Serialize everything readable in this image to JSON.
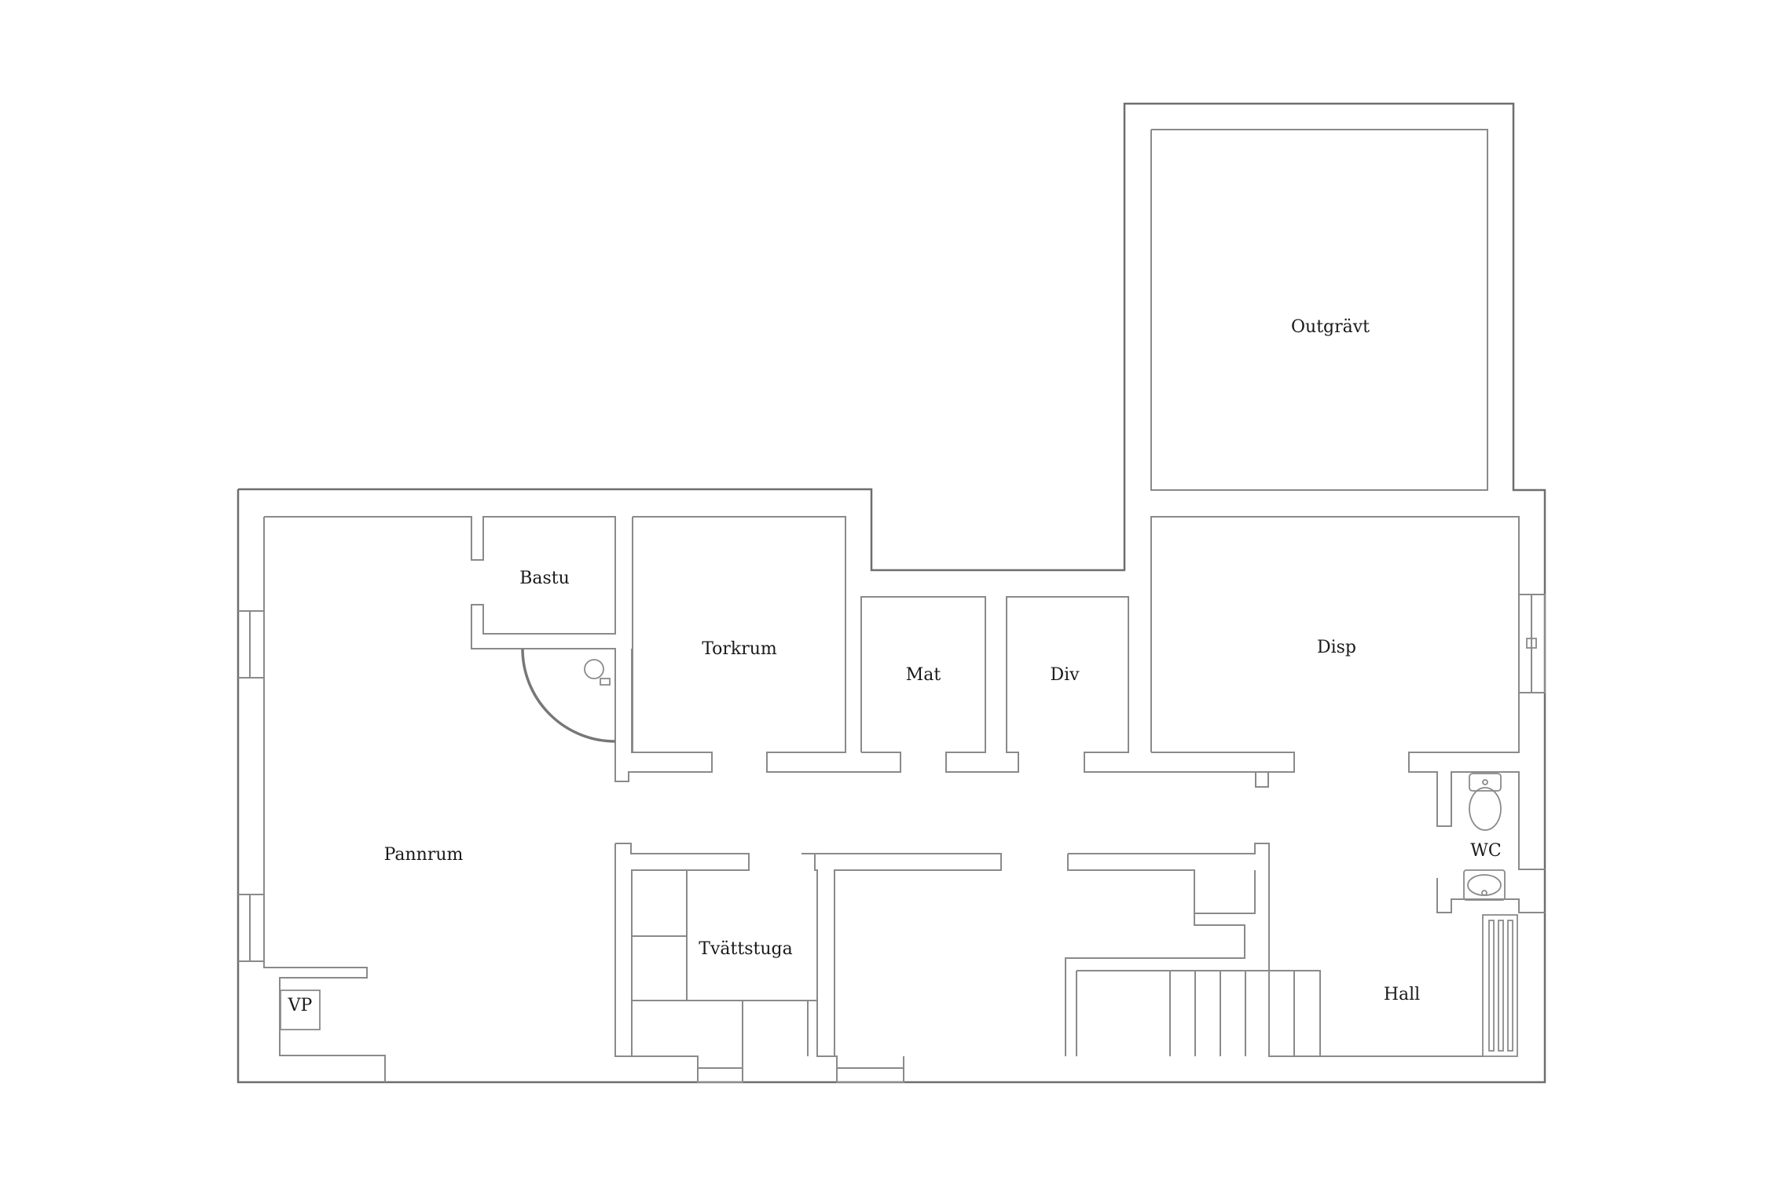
{
  "rooms": {
    "outgravt": "Outgrävt",
    "bastu": "Bastu",
    "torkrum": "Torkrum",
    "mat": "Mat",
    "div": "Div",
    "disp": "Disp",
    "wc": "WC",
    "pannrum": "Pannrum",
    "tvattstuga": "Tvättstuga",
    "hall": "Hall",
    "vp": "VP"
  },
  "colors": {
    "wall": "#8a8a8a",
    "outer": "#6e6e6e",
    "text": "#1a1a1a",
    "background": "#ffffff"
  },
  "icons": [
    "toilet-icon",
    "sink-icon",
    "radiator-icon",
    "shower-icon",
    "heat-pump-icon"
  ]
}
